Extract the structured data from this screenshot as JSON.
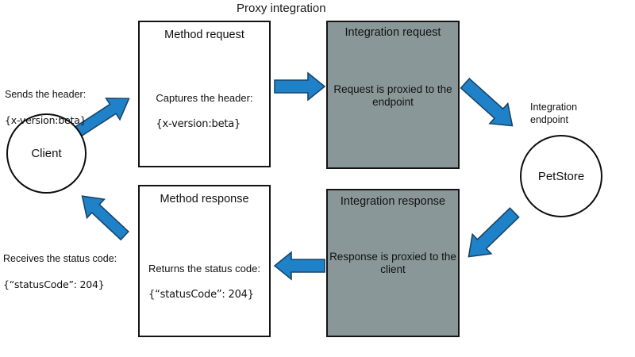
{
  "diagram": {
    "title": "Proxy integration",
    "accent_arrow_color": "#1f82c8",
    "arrow_outline_color": "#18456a",
    "grey_box_color": "#8a9798",
    "box_border_color": "#141414"
  },
  "nodes": {
    "client": {
      "label": "Client",
      "shape": "circle"
    },
    "integration_endpoint": {
      "caption": "Integration\nendpoint",
      "label": "PetStore",
      "shape": "circle"
    },
    "method_request": {
      "title": "Method request",
      "body_line_1": "Captures the header:",
      "body_line_2": "{x-version:beta}",
      "fill": "white"
    },
    "integration_request": {
      "title": "Integration request",
      "body": "Request is proxied to the endpoint",
      "fill": "grey"
    },
    "method_response": {
      "title": "Method response",
      "body_line_1": "Returns the status code:",
      "body_line_2": "{“statusCode”: 204}",
      "fill": "white"
    },
    "integration_response": {
      "title": "Integration response",
      "body": "Response is proxied to the client",
      "fill": "grey"
    }
  },
  "annotations": {
    "request_header": {
      "line_1": "Sends the header:",
      "line_2": "{x-version:beta}"
    },
    "response_status": {
      "line_1": "Receives the status code:",
      "line_2": "{“statusCode”: 204}"
    }
  },
  "arrows": [
    {
      "name": "client-to-method-request",
      "direction": "up-right"
    },
    {
      "name": "method-request-to-integration-request",
      "direction": "right"
    },
    {
      "name": "integration-request-to-endpoint",
      "direction": "down-right"
    },
    {
      "name": "endpoint-to-integration-response",
      "direction": "down-left"
    },
    {
      "name": "integration-response-to-method-response",
      "direction": "left"
    },
    {
      "name": "method-response-to-client",
      "direction": "up-left"
    }
  ]
}
